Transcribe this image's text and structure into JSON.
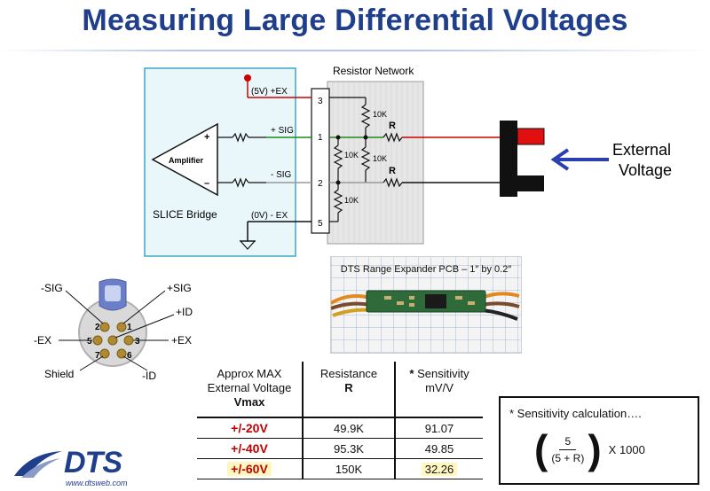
{
  "title": "Measuring Large Differential Voltages",
  "schematic": {
    "bridge_label": "SLICE Bridge",
    "amplifier_label": "Amplifier",
    "plus": "+",
    "minus": "–",
    "wire_ex_plus": "(5V) +EX",
    "wire_sig_plus": "+ SIG",
    "wire_sig_minus": "- SIG",
    "wire_ex_minus": "(0V) - EX",
    "network_label": "Resistor Network",
    "pins": [
      "3",
      "1",
      "2",
      "5"
    ],
    "resistor_10k": "10K",
    "resistor_r": "R",
    "external_voltage_line1": "External",
    "external_voltage_line2": "Voltage"
  },
  "connector": {
    "labels": {
      "minus_sig": "-SIG",
      "plus_sig": "+SIG",
      "plus_id": "+ID",
      "minus_ex": "-EX",
      "plus_ex": "+EX",
      "shield": "Shield",
      "minus_id": "-ID"
    },
    "pins": [
      "1",
      "2",
      "3",
      "5",
      "6",
      "7"
    ]
  },
  "photo": {
    "caption": "DTS Range Expander PCB – 1″ by 0.2″"
  },
  "table": {
    "headers": {
      "vmax_line1": "Approx MAX",
      "vmax_line2": "External Voltage",
      "vmax_line3": "Vmax",
      "resistance_line1": "Resistance",
      "resistance_line2": "R",
      "sens_star": "*",
      "sens_line1": "Sensitivity",
      "sens_line2": "mV/V"
    },
    "rows": [
      {
        "vmax": "+/-20V",
        "r": "49.9K",
        "sens": "91.07"
      },
      {
        "vmax": "+/-40V",
        "r": "95.3K",
        "sens": "49.85"
      },
      {
        "vmax": "+/-60V",
        "r": "150K",
        "sens": "32.26"
      }
    ]
  },
  "calc": {
    "title": "* Sensitivity calculation….",
    "numerator": "5",
    "denominator": "(5 + R)",
    "open_paren": "(",
    "close_paren": ")",
    "multiplier": "X 1000"
  },
  "logo": {
    "text": "DTS",
    "url": "www.dtsweb.com"
  },
  "colors": {
    "title": "#1f3e8c",
    "bridge_fill": "#eaf7fa",
    "network_fill": "#e8e8e8",
    "ex_wire": "#cc0000",
    "sig_plus_wire": "#1d8a1d",
    "sig_minus_wire": "#999999",
    "arrow": "#2b3fb0",
    "vmax_text": "#c00000"
  }
}
